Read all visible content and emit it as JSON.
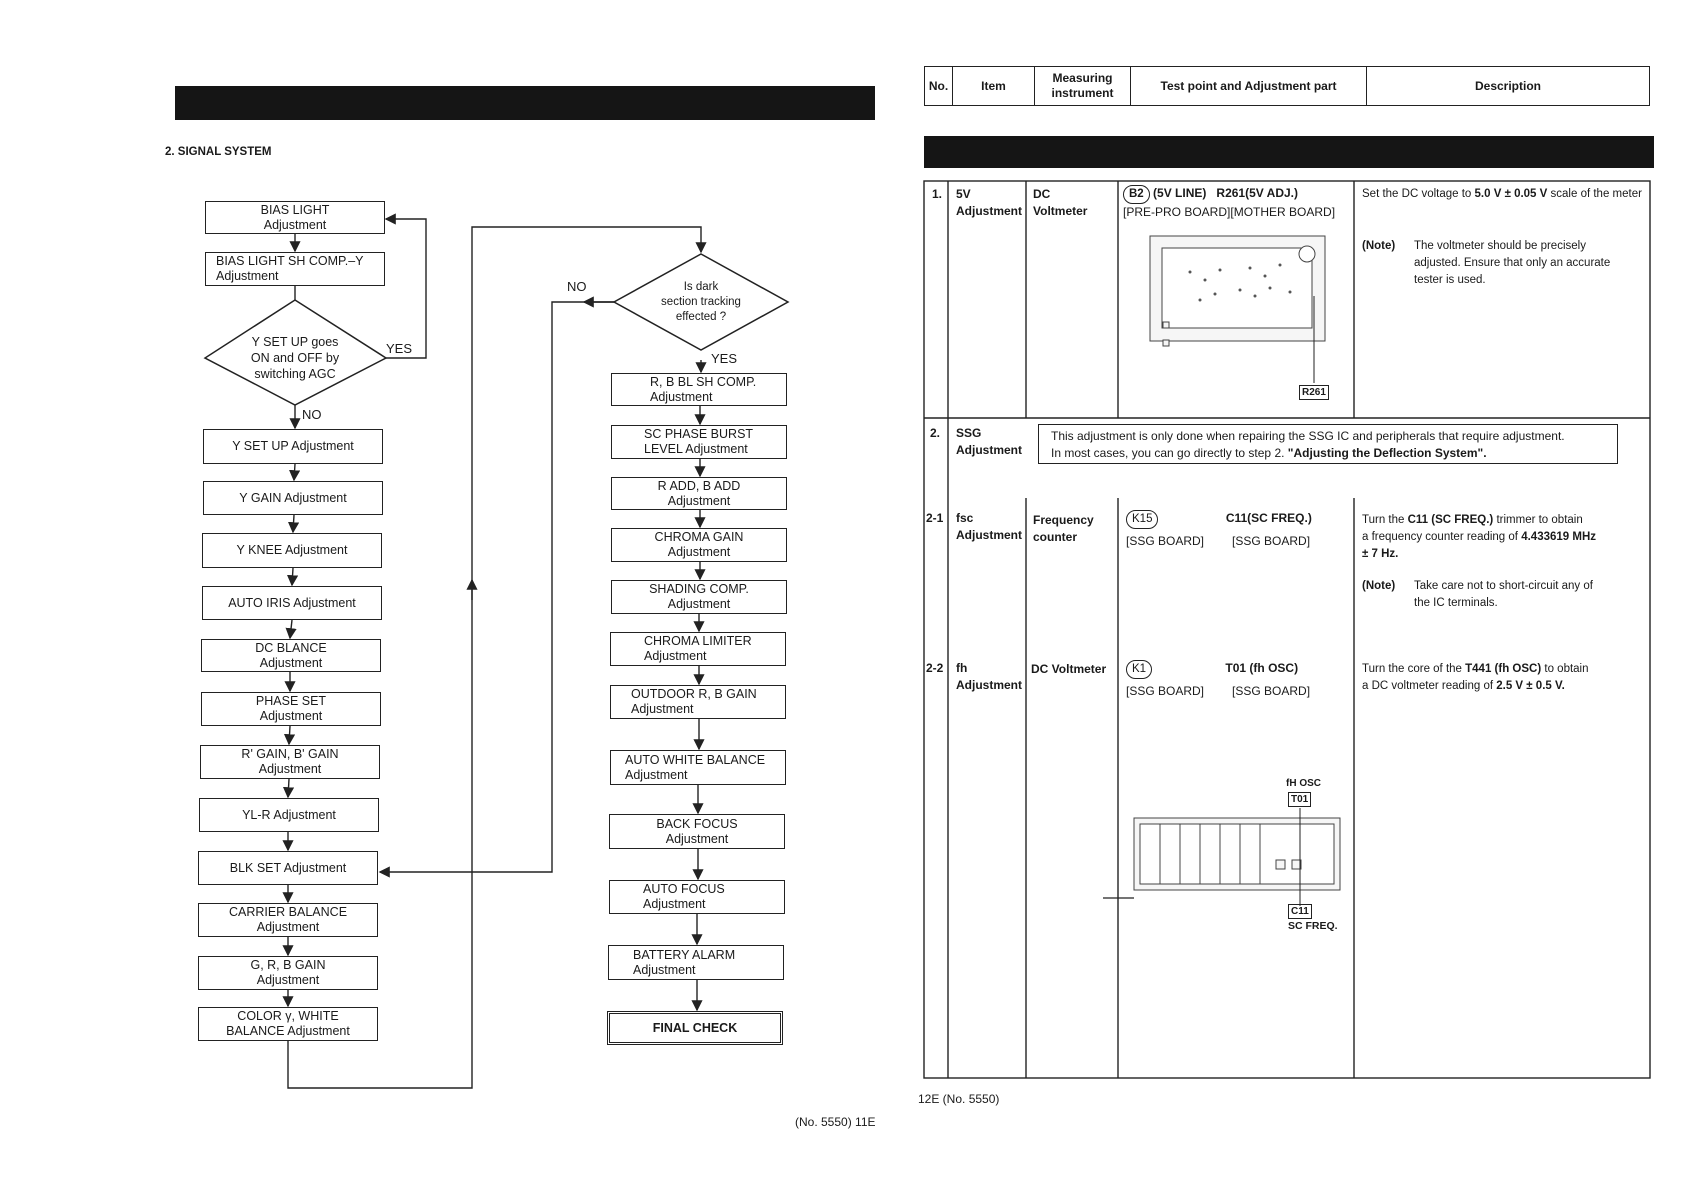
{
  "left_page": {
    "section_title": "2. SIGNAL SYSTEM",
    "page_number": "(No. 5550) 11E",
    "flow_left": [
      {
        "l1": "BIAS LIGHT",
        "l2": "Adjustment"
      },
      {
        "l1": "BIAS LIGHT SH COMP.–Y",
        "l2": "Adjustment"
      },
      {
        "l1": "Y SET UP Adjustment",
        "l2": ""
      },
      {
        "l1": "Y GAIN Adjustment",
        "l2": ""
      },
      {
        "l1": "Y KNEE Adjustment",
        "l2": ""
      },
      {
        "l1": "AUTO IRIS Adjustment",
        "l2": ""
      },
      {
        "l1": "DC BLANCE",
        "l2": "Adjustment"
      },
      {
        "l1": "PHASE SET",
        "l2": "Adjustment"
      },
      {
        "l1": "R' GAIN, B' GAIN",
        "l2": "Adjustment"
      },
      {
        "l1": "YL-R Adjustment",
        "l2": ""
      },
      {
        "l1": "BLK SET Adjustment",
        "l2": ""
      },
      {
        "l1": "CARRIER BALANCE",
        "l2": "Adjustment"
      },
      {
        "l1": "G, R, B GAIN",
        "l2": "Adjustment"
      },
      {
        "l1": "COLOR γ, WHITE",
        "l2": "BALANCE Adjustment"
      }
    ],
    "decision_left": {
      "l1": "Y SET UP goes",
      "l2": "ON and OFF by",
      "l3": "switching AGC",
      "yes": "YES",
      "no": "NO"
    },
    "decision_right": {
      "l1": "Is dark",
      "l2": "section tracking",
      "l3": "effected ?",
      "yes": "YES",
      "no": "NO"
    },
    "flow_right": [
      {
        "l1": "R, B BL SH COMP.",
        "l2": "Adjustment"
      },
      {
        "l1": "SC PHASE BURST",
        "l2": "LEVEL Adjustment"
      },
      {
        "l1": "R ADD, B ADD",
        "l2": "Adjustment"
      },
      {
        "l1": "CHROMA GAIN",
        "l2": "Adjustment"
      },
      {
        "l1": "SHADING COMP.",
        "l2": "Adjustment"
      },
      {
        "l1": "CHROMA LIMITER",
        "l2": "Adjustment"
      },
      {
        "l1": "OUTDOOR R, B GAIN",
        "l2": "Adjustment"
      },
      {
        "l1": "AUTO WHITE BALANCE",
        "l2": "Adjustment"
      },
      {
        "l1": "BACK FOCUS",
        "l2": "Adjustment"
      },
      {
        "l1": "AUTO FOCUS",
        "l2": "Adjustment"
      },
      {
        "l1": "BATTERY ALARM",
        "l2": "Adjustment"
      },
      {
        "l1": "FINAL CHECK",
        "l2": ""
      }
    ]
  },
  "right_page": {
    "page_number": "12E (No. 5550)",
    "headers": {
      "no": "No.",
      "item": "Item",
      "meas1": "Measuring",
      "meas2": "instrument",
      "test": "Test point and Adjustment part",
      "desc": "Description"
    },
    "rows": {
      "r1": {
        "no": "1.",
        "item1": "5V",
        "item2": "Adjustment",
        "meas1": "DC",
        "meas2": "Voltmeter",
        "tp_circ": "B2",
        "tp_a": "(5V LINE)",
        "tp_b": "R261(5V ADJ.)",
        "tp_c": "[PRE-PRO BOARD]",
        "tp_d": "[MOTHER BOARD]",
        "desc1": "Set the DC voltage to",
        "desc_val": "5.0 V ± 0.05 V",
        "desc2": "scale of the meter",
        "note_lbl": "(Note)",
        "note1": "The voltmeter should be precisely",
        "note2": "adjusted. Ensure that only an accurate",
        "note3": "tester is used.",
        "tag": "R261"
      },
      "r2": {
        "no": "2.",
        "item1": "SSG",
        "item2": "Adjustment",
        "box1": "This adjustment is only done when repairing the SSG IC and peripherals that require adjustment.",
        "box2a": "In most cases, you can go directly to step 2.",
        "box2b": "\"Adjusting the Deflection System\"."
      },
      "r21": {
        "no": "2-1",
        "item1": "fsc",
        "item2": "Adjustment",
        "meas1": "Frequency",
        "meas2": "counter",
        "tp_circ": "K15",
        "tp_b": "C11(SC FREQ.)",
        "tp_c": "[SSG BOARD]",
        "tp_d": "[SSG BOARD]",
        "desc1": "Turn the",
        "desc_c11": "C11 (SC FREQ.)",
        "desc2": "trimmer to obtain",
        "desc3": "a frequency counter reading of",
        "desc_val": "4.433619 MHz",
        "desc_tol": "± 7 Hz.",
        "note_lbl": "(Note)",
        "note1": "Take care not to short-circuit any of",
        "note2": "the IC terminals."
      },
      "r22": {
        "no": "2-2",
        "item1": "fh",
        "item2": "Adjustment",
        "meas1": "DC Voltmeter",
        "tp_circ": "K1",
        "tp_b": "T01 (fh OSC)",
        "tp_c": "[SSG BOARD]",
        "tp_d": "[SSG BOARD]",
        "desc1": "Turn the core of the",
        "desc_t": "T441 (fh OSC)",
        "desc2": "to obtain",
        "desc3": "a DC voltmeter reading of",
        "desc_val": "2.5 V ± 0.5 V.",
        "fig_fh": "fH OSC",
        "tag_t": "T01",
        "tag_c": "C11",
        "fig_sc": "SC FREQ."
      }
    }
  }
}
